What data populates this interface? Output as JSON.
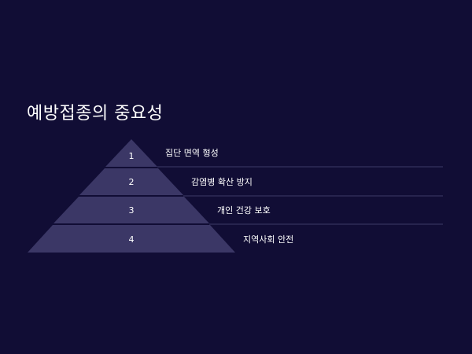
{
  "slide": {
    "title": "예방접종의 중요성"
  },
  "pyramid": {
    "colors": {
      "background": "#110d35",
      "tier": "#3b3766",
      "line": "#3d3a66"
    },
    "levels": [
      {
        "number": "1",
        "label": "집단 면역 형성"
      },
      {
        "number": "2",
        "label": "감염병 확산 방지"
      },
      {
        "number": "3",
        "label": "개인 건강 보호"
      },
      {
        "number": "4",
        "label": "지역사회 안전"
      }
    ]
  }
}
